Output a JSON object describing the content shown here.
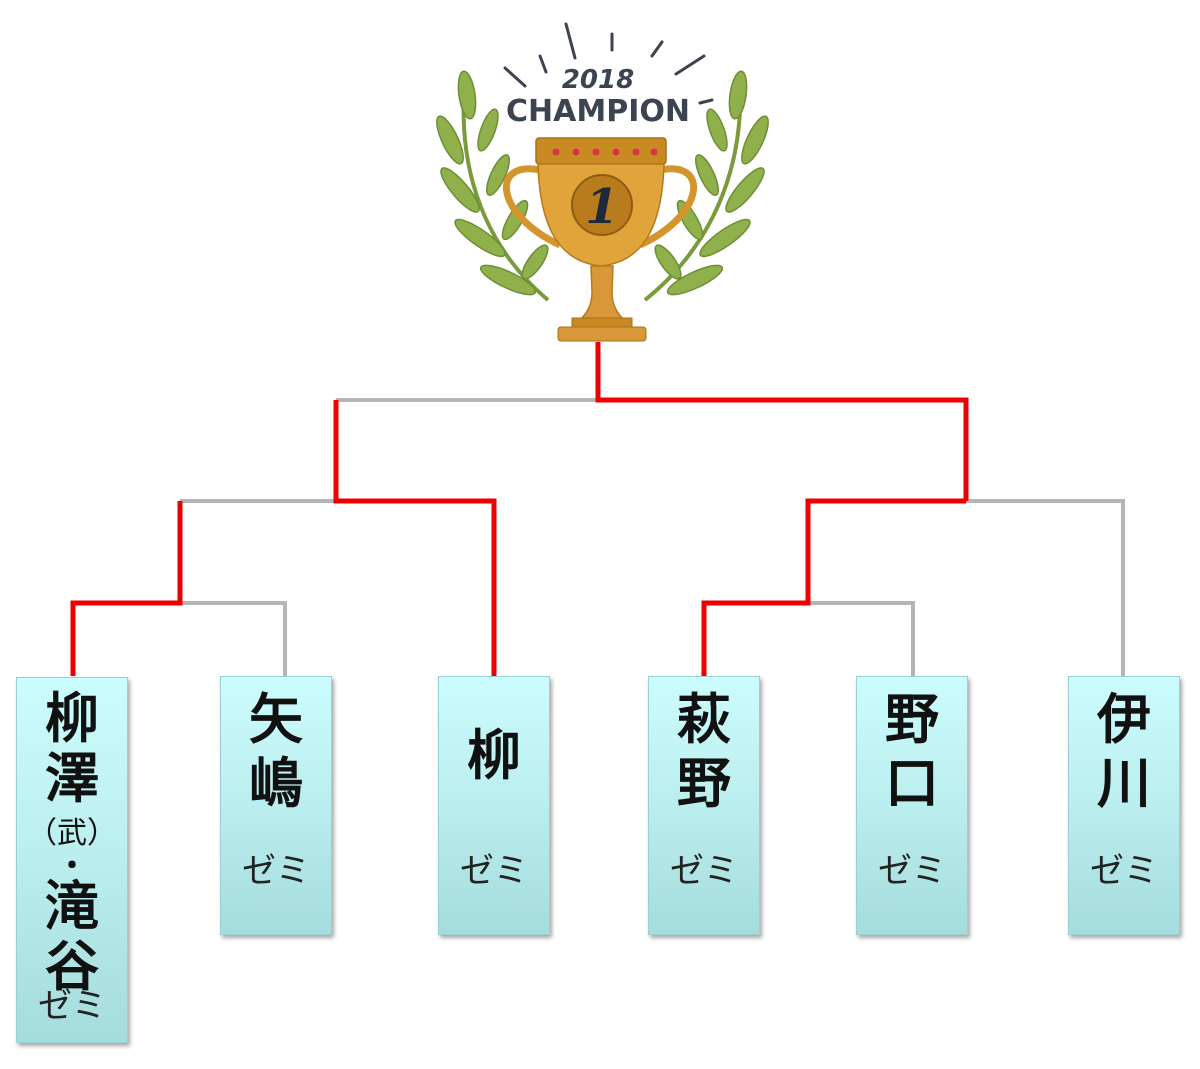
{
  "trophy": {
    "year": "2018",
    "title": "CHAMPION",
    "rank": "1"
  },
  "colors": {
    "winner_path": "#ee0000",
    "loser_path": "#b5b5b5",
    "box_fill": "#bff2f3",
    "trophy_gold": "#d4952c",
    "laurel_green": "#8fb04a"
  },
  "teams": [
    {
      "lines": [
        "柳",
        "澤",
        "（武）",
        "・",
        "滝",
        "谷"
      ],
      "suffix": "ゼミ"
    },
    {
      "lines": [
        "矢",
        "嶋"
      ],
      "suffix": "ゼミ"
    },
    {
      "lines": [
        "柳"
      ],
      "suffix": "ゼミ"
    },
    {
      "lines": [
        "萩",
        "野"
      ],
      "suffix": "ゼミ"
    },
    {
      "lines": [
        "野",
        "口"
      ],
      "suffix": "ゼミ"
    },
    {
      "lines": [
        "伊",
        "川"
      ],
      "suffix": "ゼミ"
    }
  ]
}
